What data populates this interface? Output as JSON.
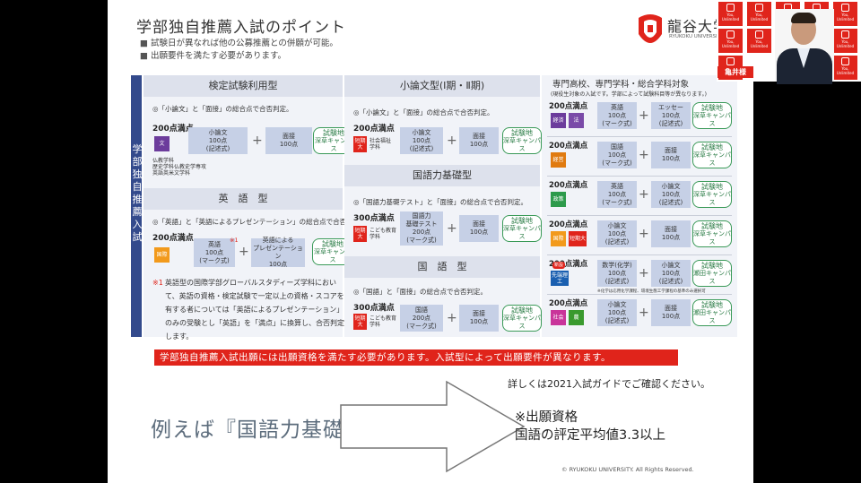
{
  "slide": {
    "title": "学部独自推薦入試のポイント",
    "bullets": [
      "試験日が異なれば他の公募推薦との併願が可能。",
      "出願要件を満たす必要があります。"
    ],
    "logo": {
      "name": "龍谷大学",
      "sub": "RYUKOKU UNIVERSITY"
    },
    "sidebar_label": "学部独自推薦入試",
    "col1": {
      "sec1": {
        "header": "検定試験利用型",
        "desc": "◎「小論文」と「面接」の総合点で合否判定。",
        "points": "200点満点",
        "tag": "文",
        "box1": "小論文\n100点\n(記述式)",
        "box2": "面接\n100点",
        "venue": [
          "試験地",
          "深草キャンパス"
        ],
        "depts": "仏教学科\n歴史学科仏教史学専攻\n英語英米文学科"
      },
      "sec2": {
        "header": "英　語　型",
        "desc": "◎「英語」と「英語によるプレゼンテーション」の総合点で合否判定。",
        "points": "200点満点",
        "tag": "国際",
        "box1": "英語\n100点\n(マーク式)",
        "box1_mark": "※1",
        "box2": "英語による\nプレゼンテーション\n100点",
        "venue": [
          "試験地",
          "深草キャンパス"
        ]
      },
      "note_mark": "※1",
      "note": "英語型の国際学部グローバルスタディーズ学科において、英語の資格・検定試験で一定以上の資格・スコアを有する者については「英語によるプレゼンテーション」のみの受験とし「英語」を「満点」に換算し、合否判定します。"
    },
    "col2": {
      "sec1": {
        "header": "小論文型(Ⅰ期・Ⅱ期)",
        "desc": "◎「小論文」と「面接」の総合点で合否判定。",
        "points": "200点満点",
        "tag": "短期大",
        "dept": "社会福祉\n学科",
        "box1": "小論文\n100点\n(記述式)",
        "box2": "面接\n100点",
        "venue": [
          "試験地",
          "深草キャンパス"
        ]
      },
      "sec2": {
        "header": "国語力基礎型",
        "desc": "◎「国語力基礎テスト」と「面接」の総合点で合否判定。",
        "points": "300点満点",
        "tag": "短期大",
        "dept": "こども教育\n学科",
        "box1": "国語力\n基礎テスト\n200点\n(マーク式)",
        "box2": "面接\n100点",
        "venue": [
          "試験地",
          "深草キャンパス"
        ]
      },
      "sec3": {
        "header": "国　語　型",
        "desc": "◎「国語」と「面接」の総合点で合否判定。",
        "points": "300点満点",
        "tag": "短期大",
        "dept": "こども教育\n学科",
        "box1": "国語\n200点\n(マーク式)",
        "box2": "面接\n100点",
        "venue": [
          "試験地",
          "深草キャンパス"
        ]
      }
    },
    "col3": {
      "header": "専門高校、専門学科・総合学科対象",
      "subheader": "(現役生対象の入試です。学部によって試験科目等が異なります。)",
      "rows": [
        {
          "points": "200点満点",
          "tags": [
            "経済",
            "法"
          ],
          "box1": "英語\n100点\n(マーク式)",
          "box2": "エッセー\n100点\n(記述式)",
          "venue": [
            "試験地",
            "深草キャンパス"
          ]
        },
        {
          "points": "200点満点",
          "tags": [
            "経営"
          ],
          "box1": "国語\n100点\n(マーク式)",
          "box2": "面接\n100点",
          "venue": [
            "試験地",
            "深草キャンパス"
          ]
        },
        {
          "points": "200点満点",
          "tags": [
            "政策"
          ],
          "box1": "英語\n100点\n(マーク式)",
          "box2": "小論文\n100点\n(記述式)",
          "venue": [
            "試験地",
            "深草キャンパス"
          ]
        },
        {
          "points": "200点満点",
          "tags": [
            "国際",
            "短期大"
          ],
          "box1": "小論文\n100点\n(記述式)",
          "box2": "面接\n100点",
          "venue": [
            "試験地",
            "深草キャンパス"
          ]
        },
        {
          "points": "200点満点",
          "tags": [
            "先端理工"
          ],
          "badge": "新設",
          "box1": "数学(化学)\n100点\n(記述式)",
          "box2": "小論文\n100点\n(記述式)",
          "venue": [
            "試験地",
            "瀬田キャンパス"
          ],
          "footnote": "※化学は応用化学課程、環境生態工学課程の基準のみ選択可"
        },
        {
          "points": "200点満点",
          "tags": [
            "社会",
            "農"
          ],
          "box1": "小論文\n100点\n(記述式)",
          "box2": "面接\n100点",
          "venue": [
            "試験地",
            "瀬田キャンパス"
          ]
        }
      ]
    },
    "red_notice": "学部独自推薦入試出願には出願資格を満たす必要があります。入試型によって出願要件が異なります。",
    "guide": "詳しくは2021入試ガイドでご確認ください。",
    "example": "例えば『国語力基礎型』",
    "requirement": [
      "※出願資格",
      "国語の評定平均値3.3以上"
    ],
    "copyright": "© RYUKOKU UNIVERSITY. All Rights Reserved."
  },
  "video": {
    "participant_name": "亀井様",
    "tile_text": "You,\nUnlimited"
  },
  "colors": {
    "brand_red": "#e0241b",
    "navy": "#334a8c",
    "green": "#3a9a58"
  }
}
